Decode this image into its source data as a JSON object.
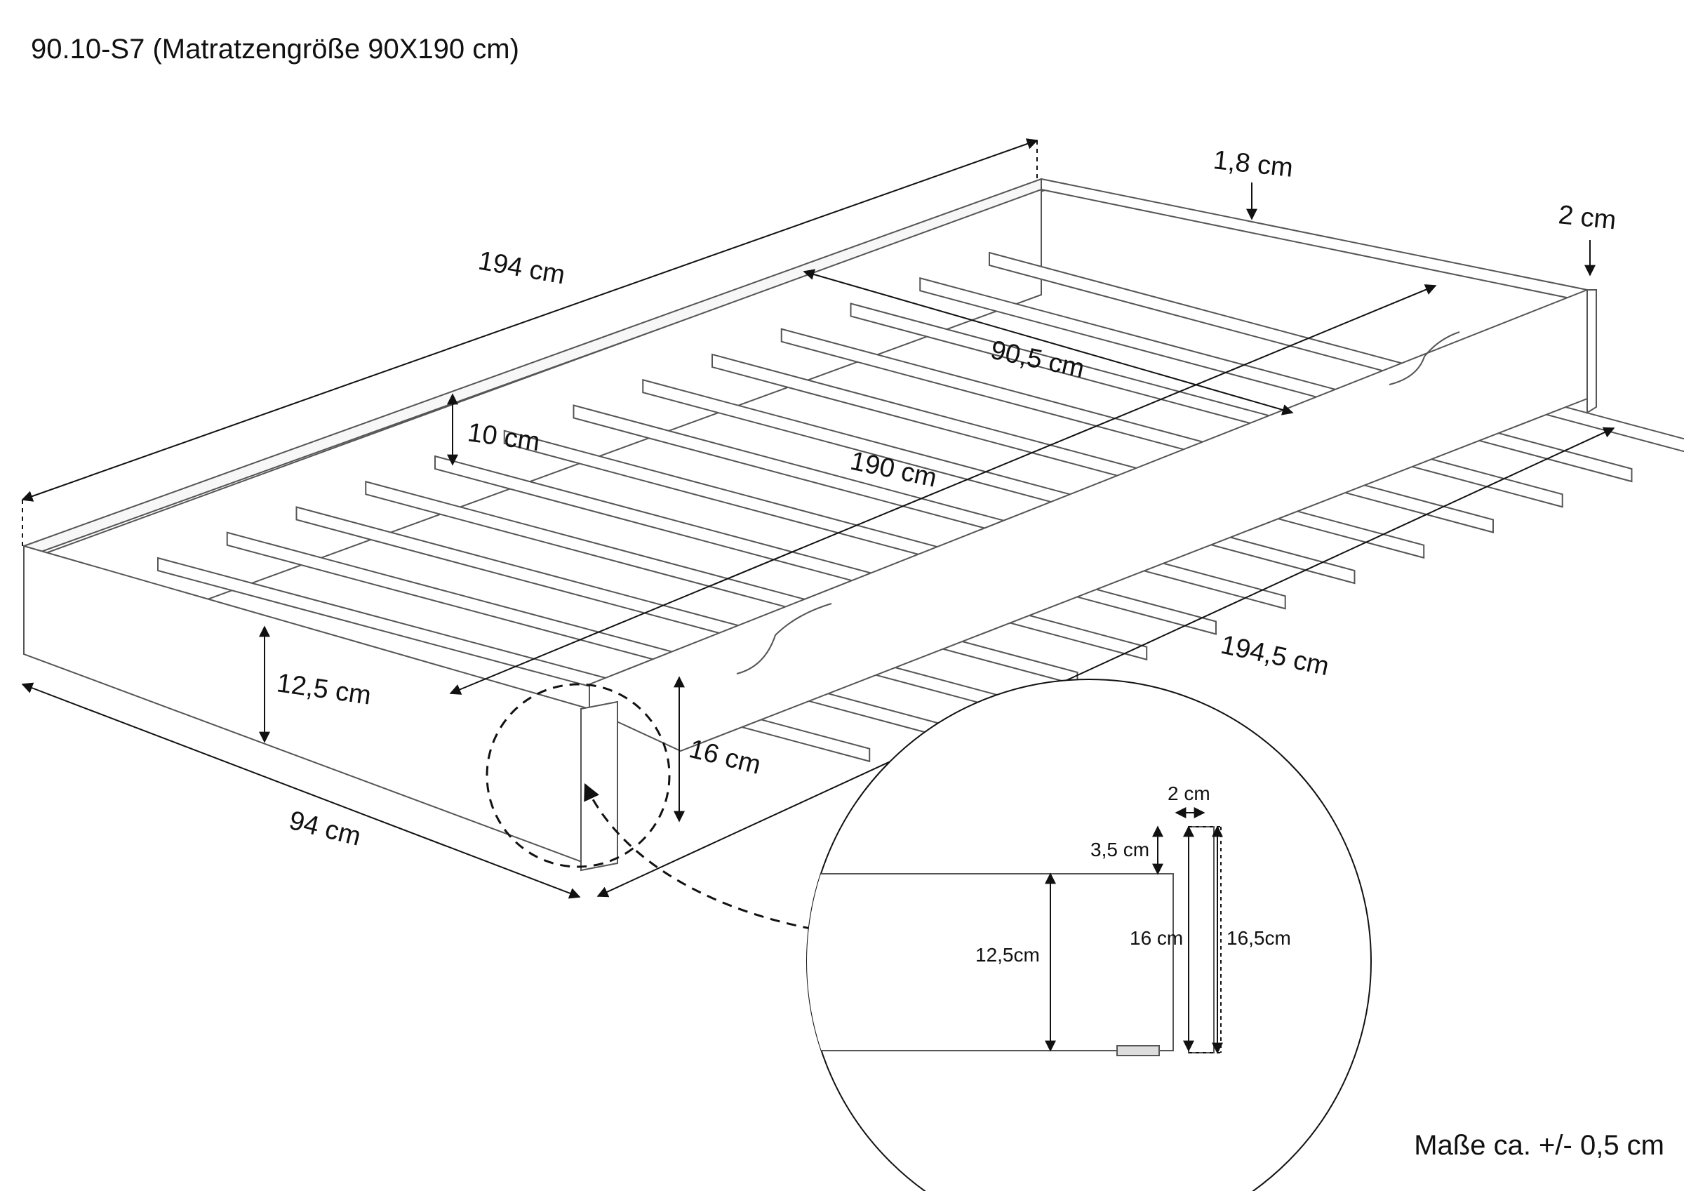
{
  "title": "90.10-S7 (Matratzengröße 90X190 cm)",
  "note": "Maße ca. +/- 0,5 cm",
  "dimensions": {
    "overall_length": "194 cm",
    "inner_length": "190 cm",
    "inner_width": "90,5 cm",
    "side_board_thickness": "1,8 cm",
    "head_board_thickness": "2 cm",
    "inner_depth": "10 cm",
    "outer_length": "194,5 cm",
    "board_height": "12,5 cm",
    "end_height": "16 cm",
    "overall_width": "94 cm"
  },
  "detail": {
    "post_width": "2 cm",
    "top_offset": "3,5 cm",
    "board_height": "12,5cm",
    "post_height": "16 cm",
    "post_total_height": "16,5cm"
  }
}
